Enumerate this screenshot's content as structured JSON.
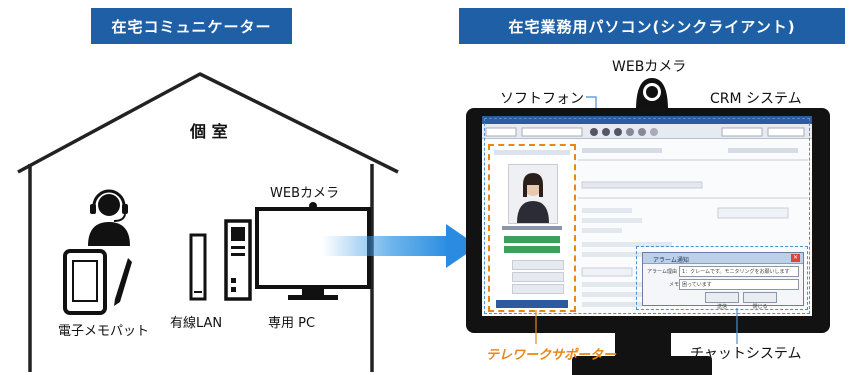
{
  "left_banner": "在宅コミュニケーター",
  "right_banner": "在宅業務用パソコン(シンクライアント)",
  "house": {
    "room_label": "個 室",
    "webcam_label": "WEBカメラ",
    "tablet_label": "電子メモパット",
    "lan_label": "有線LAN",
    "pc_label": "専用 PC"
  },
  "monitor": {
    "webcam_label": "WEBカメラ",
    "softphone_label": "ソフトフォン",
    "crm_label": "CRM システム",
    "telework_label": "テレワークサポーター",
    "chat_label": "チャットシステム"
  },
  "chat_dialog": {
    "title": "アラーム通知",
    "reason_label": "アラーム理由",
    "reason_value": "1：クレームです。モニタリングをお願いします",
    "memo_label": "メモ",
    "memo_value": "困っています",
    "send_button": "送信",
    "close_button": "閉じる"
  },
  "colors": {
    "banner": "#1f5fa6",
    "orange_frame": "#e8861a",
    "dashed_frame": "#4a8fd0",
    "monitor": "#121212"
  }
}
